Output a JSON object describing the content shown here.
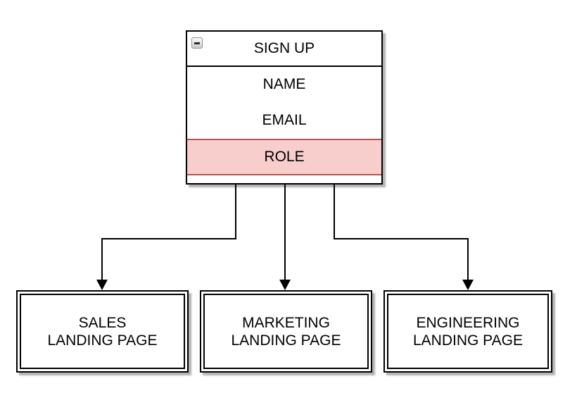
{
  "signup": {
    "title": "SIGN UP",
    "collapse_icon": "minus-icon",
    "fields": [
      {
        "label": "NAME",
        "highlighted": false
      },
      {
        "label": "EMAIL",
        "highlighted": false
      },
      {
        "label": "ROLE",
        "highlighted": true
      }
    ]
  },
  "pages": [
    {
      "line1": "SALES",
      "line2": "LANDING PAGE"
    },
    {
      "line1": "MARKETING",
      "line2": "LANDING PAGE"
    },
    {
      "line1": "ENGINEERING",
      "line2": "LANDING PAGE"
    }
  ],
  "colors": {
    "stroke": "#000000",
    "highlight_fill": "#F8CECC",
    "highlight_stroke": "#B85450",
    "shadow": "#B3B3B3",
    "background": "#FFFFFF"
  }
}
